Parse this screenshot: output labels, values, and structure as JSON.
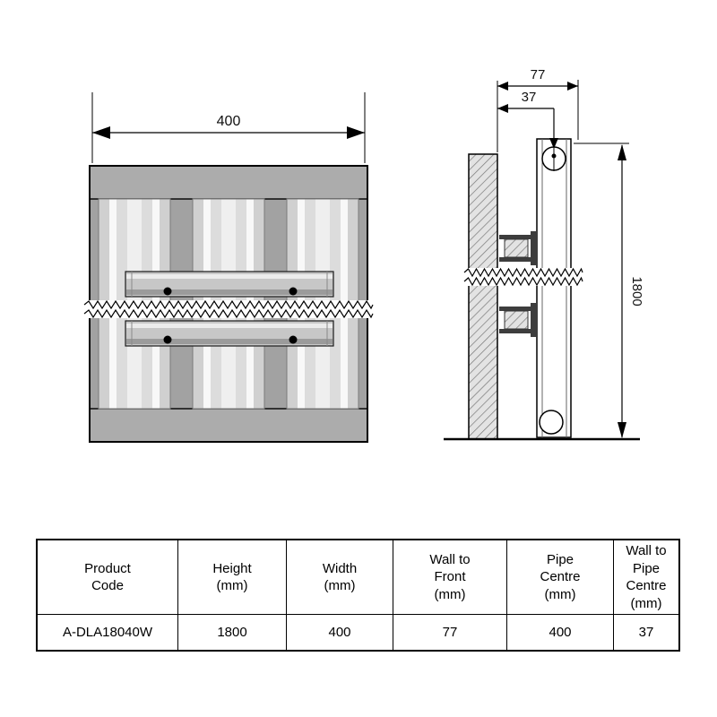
{
  "diagram": {
    "front_view": {
      "width_dimension": "400"
    },
    "side_view": {
      "wall_to_front_dimension": "77",
      "wall_to_pipe_dimension": "37",
      "height_dimension": "1800"
    }
  },
  "table": {
    "headers": [
      "Product\nCode",
      "Height\n(mm)",
      "Width\n(mm)",
      "Wall to\nFront\n(mm)",
      "Pipe\nCentre\n(mm)",
      "Wall to Pipe\nCentre\n(mm)"
    ],
    "row": [
      "A-DLA18040W",
      "1800",
      "400",
      "77",
      "400",
      "37"
    ]
  }
}
